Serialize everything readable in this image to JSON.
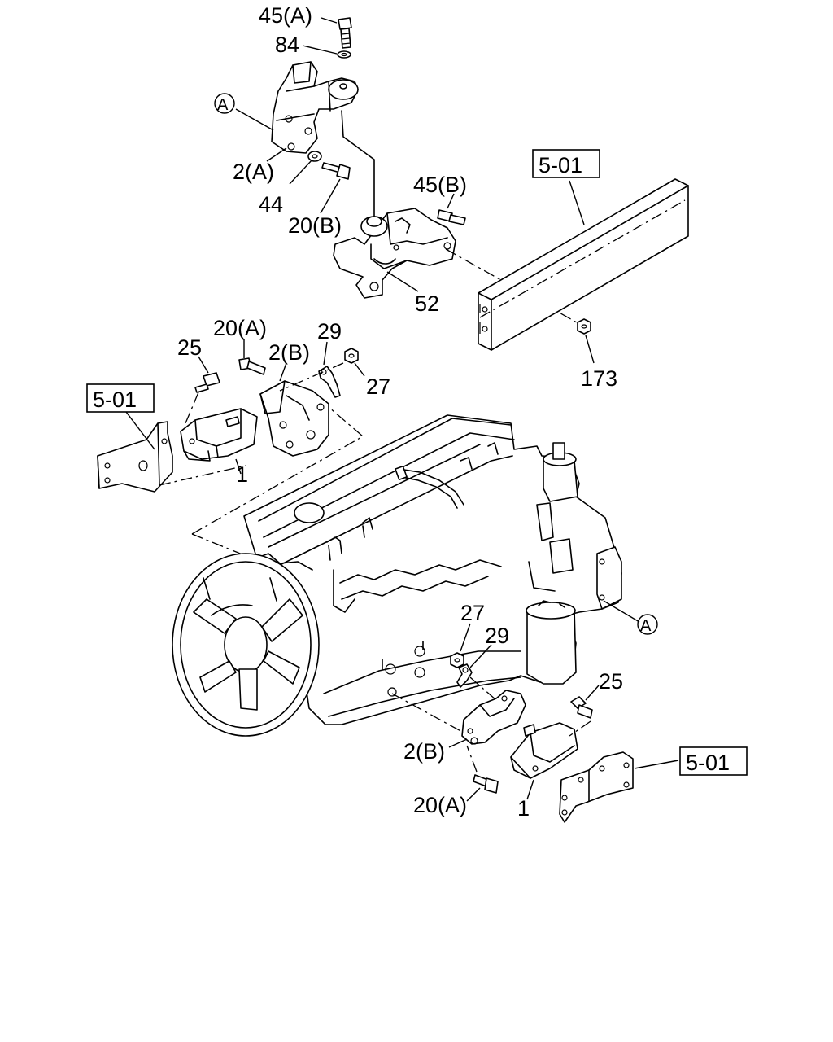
{
  "diagram": {
    "callouts": {
      "c45a": "45(A)",
      "c84": "84",
      "circleA_top": "A",
      "c2a": "2(A)",
      "c44": "44",
      "c20b": "20(B)",
      "c45b": "45(B)",
      "ref_frame": "5-01",
      "c52": "52",
      "c173": "173",
      "c20a_left": "20(A)",
      "c25_left": "25",
      "c2b_left": "2(B)",
      "c29_left": "29",
      "c27_left": "27",
      "ref_left": "5-01",
      "c1_left": "1",
      "circleA_right": "A",
      "c27_right": "27",
      "c29_right": "29",
      "c25_right": "25",
      "c2b_right": "2(B)",
      "ref_right": "5-01",
      "c20a_right": "20(A)",
      "c1_right": "1"
    }
  }
}
